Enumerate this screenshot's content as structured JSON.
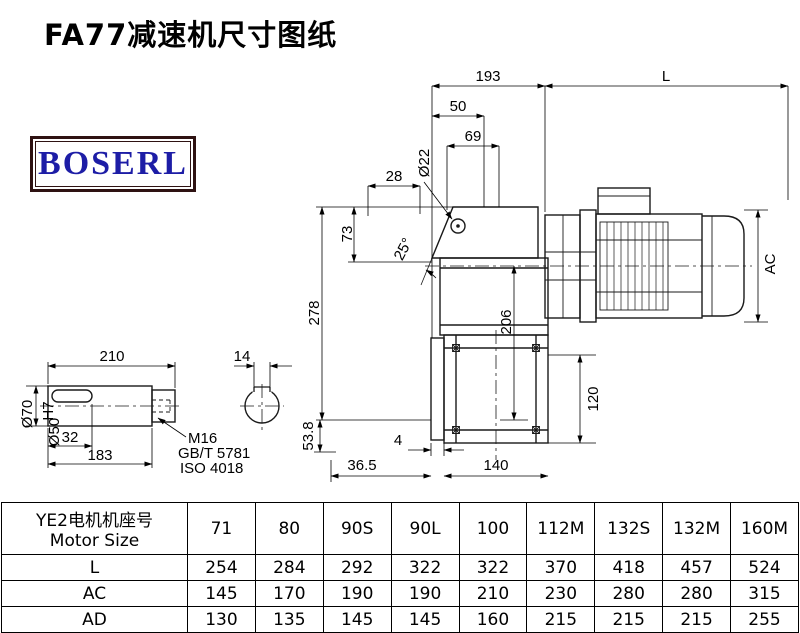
{
  "page": {
    "title": "FA77减速机尺寸图纸"
  },
  "logo": {
    "text": "BOSERL"
  },
  "drawing": {
    "dims": {
      "top_width": "193",
      "total_length": "L",
      "d50": "50",
      "d69": "69",
      "hole_dia": "Ø22",
      "d28": "28",
      "d73": "73",
      "angle": "25°",
      "d278": "278",
      "d206": "206",
      "motor_dia": "AC",
      "d120": "120",
      "d4": "4",
      "d36_5": "36.5",
      "d140": "140",
      "d53_8": "53.8",
      "shaft_len": "210",
      "key_width": "14",
      "shaft_dia": "Ø70",
      "bore_dia": "Ø50",
      "bore_tol": "H7",
      "key_len": "32",
      "d183": "183",
      "thread": "M16",
      "std1": "GB/T 5781",
      "std2": "ISO 4018"
    }
  },
  "table": {
    "header": {
      "line1": "YE2电机机座号",
      "line2": "Motor Size"
    },
    "columns": [
      "71",
      "80",
      "90S",
      "90L",
      "100",
      "112M",
      "132S",
      "132M",
      "160M"
    ],
    "rows": [
      {
        "label": "L",
        "values": [
          "254",
          "284",
          "292",
          "322",
          "322",
          "370",
          "418",
          "457",
          "524"
        ]
      },
      {
        "label": "AC",
        "values": [
          "145",
          "170",
          "190",
          "190",
          "210",
          "230",
          "280",
          "280",
          "315"
        ]
      },
      {
        "label": "AD",
        "values": [
          "130",
          "135",
          "145",
          "145",
          "160",
          "215",
          "215",
          "215",
          "255"
        ]
      }
    ]
  }
}
